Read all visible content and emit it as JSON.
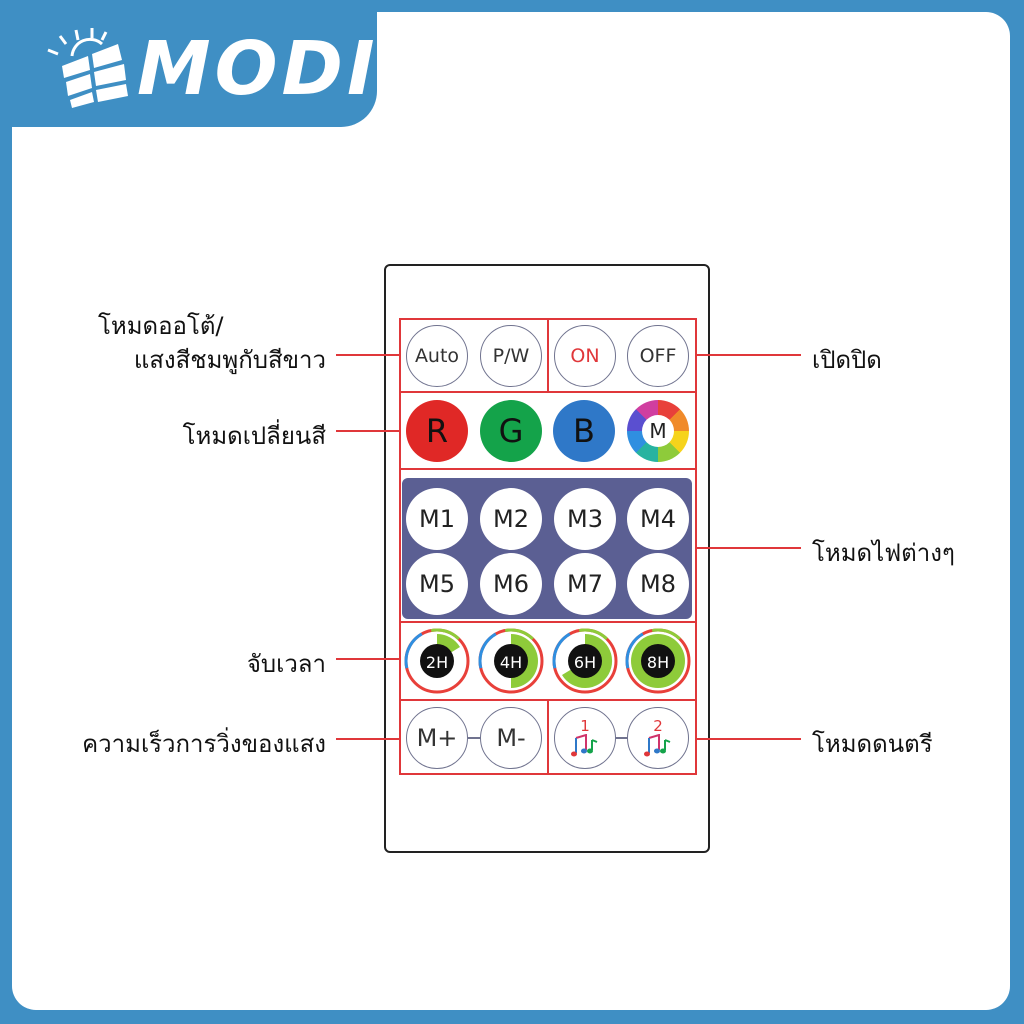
{
  "brand": {
    "name": "MODI"
  },
  "labels": {
    "auto_mode_line1": "โหมดออโต้/",
    "auto_mode_line2": "แสงสีชมพูกับสีขาว",
    "power": "เปิดปิด",
    "color_change": "โหมดเปลี่ยนสี",
    "light_modes": "โหมดไฟต่างๆ",
    "timer": "จับเวลา",
    "speed": "ความเร็วการวิ่งของแสง",
    "music_mode": "โหมดดนตรี"
  },
  "buttons": {
    "auto": "Auto",
    "pw": "P/W",
    "on": "ON",
    "off": "OFF",
    "r": "R",
    "g": "G",
    "b": "B",
    "m": "M",
    "modes": [
      "M1",
      "M2",
      "M3",
      "M4",
      "M5",
      "M6",
      "M7",
      "M8"
    ],
    "timers": [
      "2H",
      "4H",
      "6H",
      "8H"
    ],
    "speed_up": "M+",
    "speed_down": "M-",
    "music1": "1",
    "music2": "2"
  },
  "colors": {
    "frame_blue": "#3f8fc4",
    "callout_red": "#e0373a",
    "red": "#e02826",
    "green": "#14a34a",
    "blue": "#2f78c8",
    "panel": "#5b5f93",
    "on_text": "#e0373a"
  }
}
